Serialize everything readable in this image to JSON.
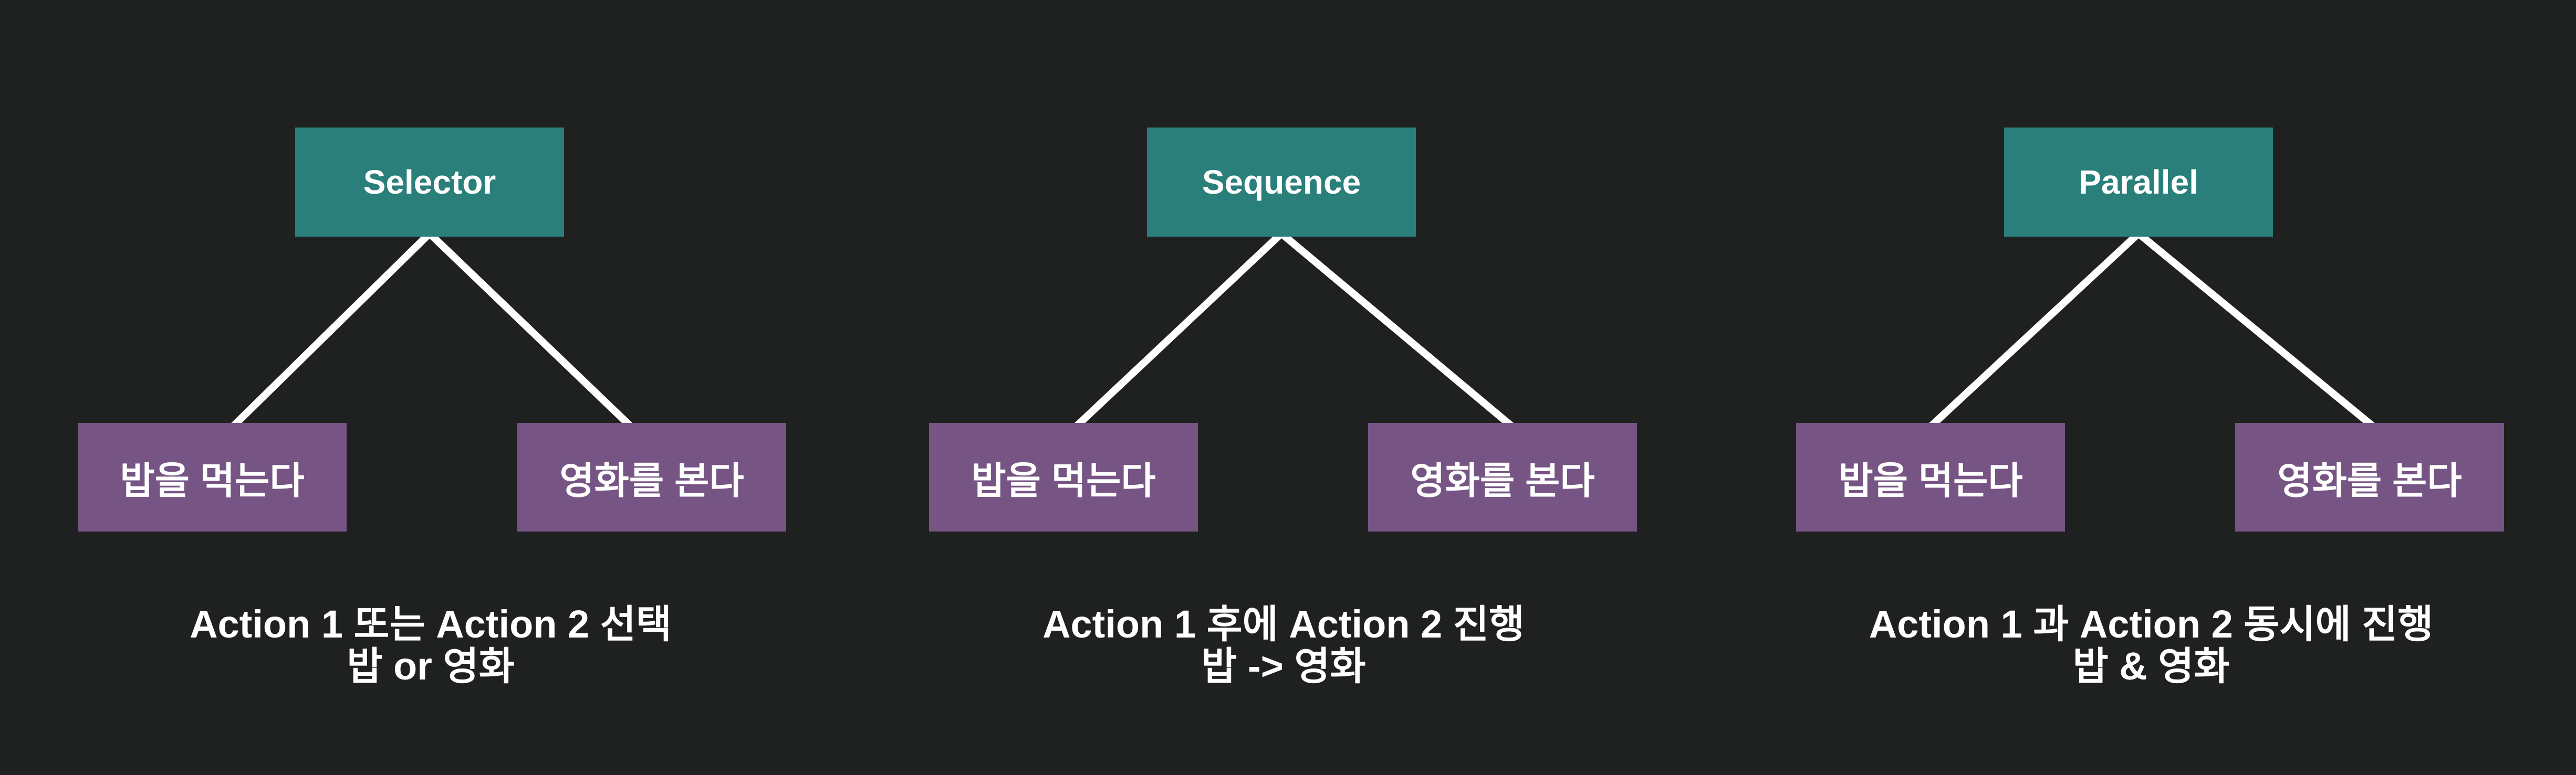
{
  "colors": {
    "bg": "#1f2020",
    "composite": "#2a7f7b",
    "action": "#765584",
    "line": "#ffffff",
    "text": "#ffffff"
  },
  "groups": [
    {
      "id": "selector",
      "parent": {
        "label": "Selector"
      },
      "children": [
        {
          "label": "밥을 먹는다"
        },
        {
          "label": "영화를 본다"
        }
      ],
      "caption": {
        "line1": "Action 1 또는 Action 2 선택",
        "line2": "밥 or 영화"
      }
    },
    {
      "id": "sequence",
      "parent": {
        "label": "Sequence"
      },
      "children": [
        {
          "label": "밥을 먹는다"
        },
        {
          "label": "영화를 본다"
        }
      ],
      "caption": {
        "line1": "Action 1 후에 Action 2 진행",
        "line2": "밥 -> 영화"
      }
    },
    {
      "id": "parallel",
      "parent": {
        "label": "Parallel"
      },
      "children": [
        {
          "label": "밥을 먹는다"
        },
        {
          "label": "영화를 본다"
        }
      ],
      "caption": {
        "line1": "Action 1 과 Action 2 동시에 진행",
        "line2": "밥 & 영화"
      }
    }
  ]
}
